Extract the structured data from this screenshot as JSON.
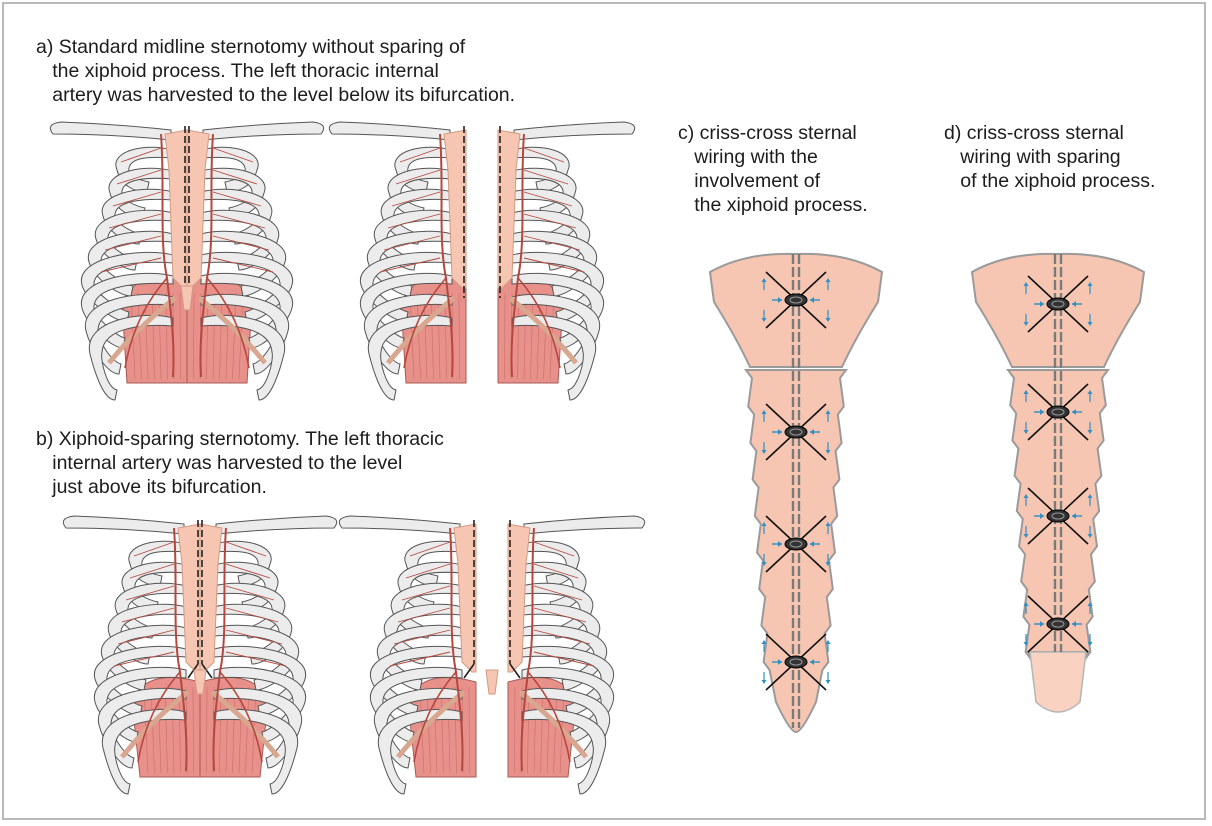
{
  "captions": {
    "a": "a) Standard midline sternotomy without sparing of\n   the xiphoid process. The left thoracic internal\n   artery was harvested to the level below its bifurcation.",
    "b": "b) Xiphoid-sparing sternotomy. The left thoracic\n   internal artery was harvested to the level\n   just above its bifurcation.",
    "c": "c) criss-cross sternal\n   wiring with the\n   involvement of\n   the xiphoid process.",
    "d": "d) criss-cross sternal\n   wiring with sparing\n   of the xiphoid process."
  },
  "colors": {
    "sternum_fill": "#f7c6b2",
    "sternum_stroke": "#9a9a9a",
    "rib_fill": "#ececec",
    "rib_stroke": "#555555",
    "artery": "#b5473e",
    "diaphragm": "#e8908a",
    "wire": "#111111",
    "arrow": "#2f8fc4",
    "frame": "#b9b9b9"
  },
  "panels": [
    {
      "id": "a-closed",
      "variant": "standard",
      "opened": false
    },
    {
      "id": "a-opened",
      "variant": "standard",
      "opened": true
    },
    {
      "id": "b-closed",
      "variant": "xiphoid-sparing",
      "opened": false
    },
    {
      "id": "b-opened",
      "variant": "xiphoid-sparing",
      "opened": true
    }
  ],
  "wiring": [
    {
      "id": "c",
      "wires": 4,
      "xiphoid_included": true
    },
    {
      "id": "d",
      "wires": 4,
      "xiphoid_included": false
    }
  ]
}
